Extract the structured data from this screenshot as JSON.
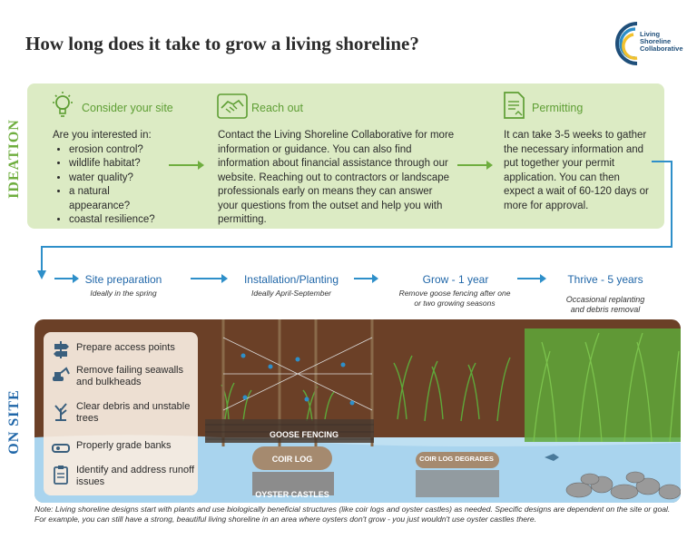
{
  "title": "How long does it take to grow a living shoreline?",
  "logo": {
    "line1": "Living",
    "line2": "Shoreline",
    "line3": "Collaborative"
  },
  "sections": {
    "ideation": "IDEATION",
    "on_site": "ON SITE"
  },
  "ideation": [
    {
      "title": "Consider your site",
      "icon": "lightbulb-icon",
      "intro": "Are you interested in:",
      "bullets": [
        "erosion control?",
        "wildlife habitat?",
        "water quality?",
        "a natural appearance?",
        "coastal resilience?"
      ]
    },
    {
      "title": "Reach out",
      "icon": "handshake-icon",
      "body": "Contact the Living Shoreline Collaborative for more information or guidance. You can also find information about financial assistance through our website. Reaching out to contractors or landscape professionals early on means they can answer your questions from the outset and help you with permitting."
    },
    {
      "title": "Permitting",
      "icon": "document-icon",
      "body": "It can take 3-5 weeks to gather the necessary information and put together your permit application. You can then expect a wait of 60-120 days or more for approval."
    }
  ],
  "stages": [
    {
      "title": "Site preparation",
      "subtitle": "Ideally in the spring"
    },
    {
      "title": "Installation/Planting",
      "subtitle": "Ideally April-September"
    },
    {
      "title": "Grow - 1 year",
      "subtitle": "Remove goose fencing after one or two growing seasons"
    },
    {
      "title": "Thrive - 5 years",
      "subtitle": "Occasional replanting and debris removal"
    }
  ],
  "checklist": [
    {
      "text": "Prepare access points",
      "icon": "signpost-icon"
    },
    {
      "text": "Remove failing seawalls and bulkheads",
      "icon": "excavator-icon"
    },
    {
      "text": "Clear debris and unstable trees",
      "icon": "tree-stump-icon"
    },
    {
      "text": "Properly grade banks",
      "icon": "grading-tool-icon"
    },
    {
      "text": "Identify and address runoff issues",
      "icon": "clipboard-icon"
    }
  ],
  "labels": {
    "goose_fencing": "GOOSE FENCING",
    "coir_log": "COIR LOG",
    "oyster_castles": "OYSTER CASTLES",
    "coir_log_degrades": "COIR LOG DEGRADES"
  },
  "note": "Note: Living shoreline designs start with plants and use biologically beneficial structures (like coir logs and oyster castles) as needed. Specific designs are dependent on the site or goal. For example, you can still have a strong, beautiful living shoreline in an area where oysters don't grow - you just wouldn't use oyster castles there.",
  "colors": {
    "ideation_green": "#6fae3f",
    "panel_green": "#dcebc4",
    "on_site_blue": "#1f66a8",
    "soil": "#6b4027",
    "water": "#bfe0f2"
  }
}
